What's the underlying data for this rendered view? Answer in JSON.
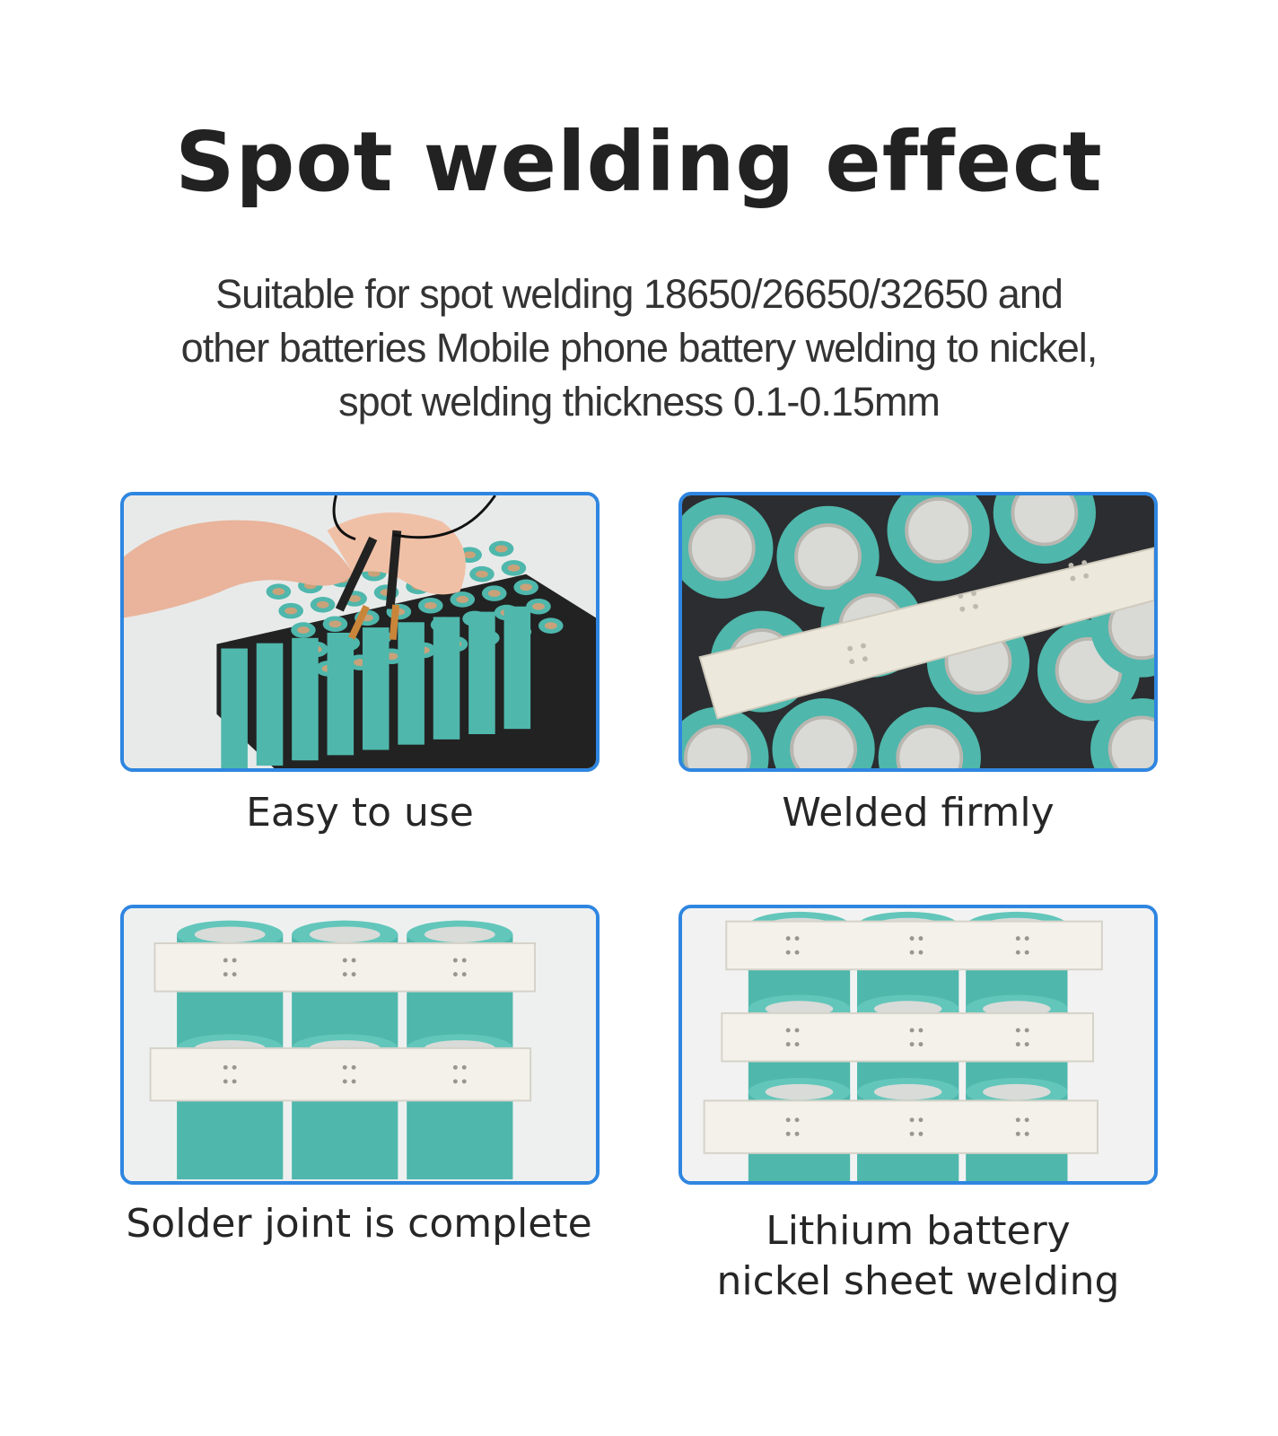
{
  "title": "Spot welding effect",
  "subtitle": {
    "line1": "Suitable for spot welding 18650/26650/32650 and",
    "line2": "other batteries  Mobile phone battery welding to nickel,",
    "line3": "spot welding thickness 0.1-0.15mm"
  },
  "panels": [
    {
      "caption": "Easy to use"
    },
    {
      "caption": "Welded firmly"
    },
    {
      "caption": "Solder joint is complete"
    },
    {
      "caption_line1": "Lithium battery",
      "caption_line2": "nickel sheet welding"
    }
  ],
  "colors": {
    "frame": "#2f86e0",
    "battery_teal": "#4fb7ac",
    "nickel": "#f3f1ea",
    "holder_black": "#222222"
  }
}
